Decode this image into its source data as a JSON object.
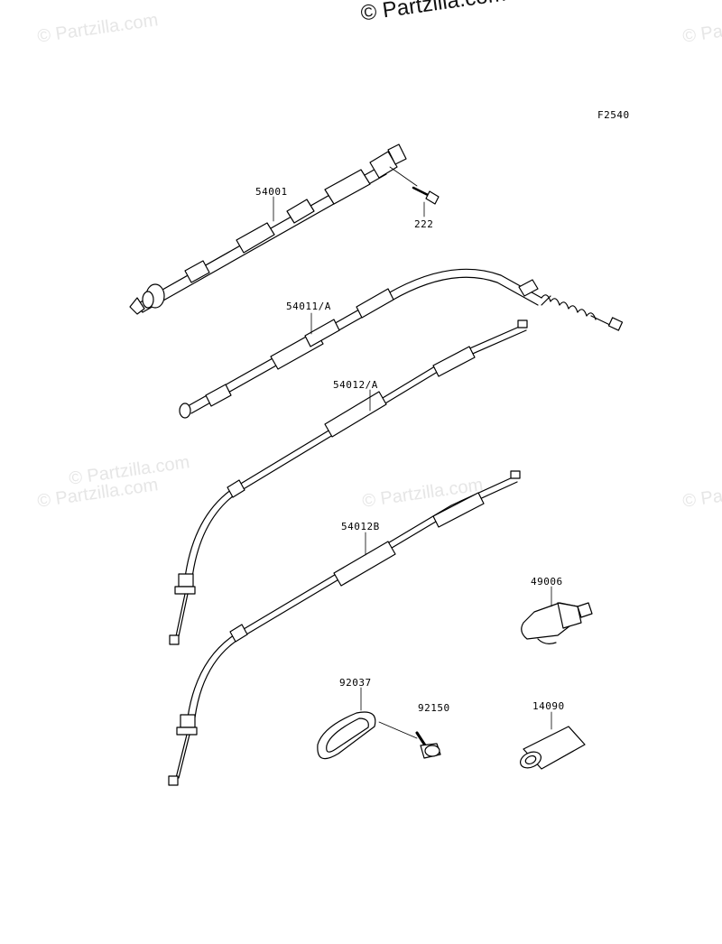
{
  "watermark": {
    "top": "© Partzilla.com",
    "tiles": [
      "© Partzilla.com",
      "© Partzilla.com",
      "© Partzilla.com",
      "© Partzilla.com",
      "© Partzilla.com",
      "© Partzilla.com"
    ]
  },
  "figure_code": "F2540",
  "parts": {
    "speedo_cable": "54001",
    "screw": "222",
    "throttle_cable": "54011/A",
    "throttle_cable_2": "54012/A",
    "throttle_cable_3": "54012B",
    "boot": "49006",
    "clamp": "92037",
    "bolt": "92150",
    "cap": "14090"
  }
}
